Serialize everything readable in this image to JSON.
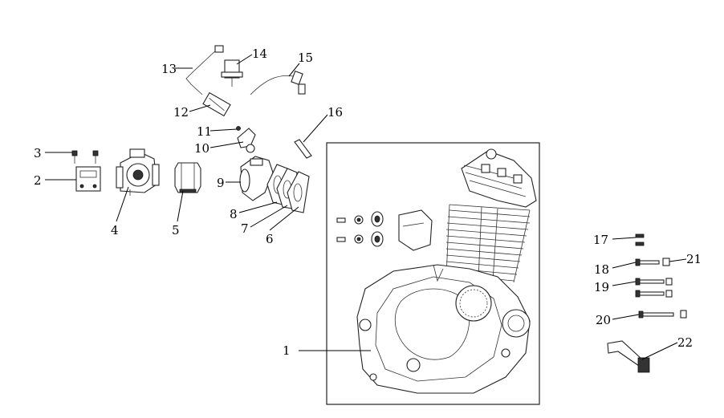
{
  "diagram": {
    "part_numbers": [
      "1",
      "2",
      "3",
      "4",
      "5",
      "6",
      "7",
      "8",
      "9",
      "10",
      "11",
      "12",
      "13",
      "14",
      "15",
      "16",
      "17",
      "18",
      "19",
      "20",
      "21",
      "22"
    ]
  }
}
